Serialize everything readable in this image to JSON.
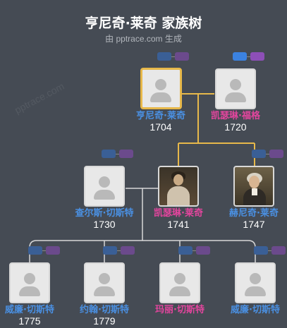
{
  "header": {
    "title": "亨尼奇·莱奇 家族树",
    "subtitle": "由 pptrace.com 生成"
  },
  "watermark": "pptrace.com",
  "colors": {
    "male": "#4a90e2",
    "female": "#e2459d",
    "selected": "#e7b84a",
    "line_gold": "#e7b84a",
    "line_white": "#d8d8d8"
  },
  "people": [
    {
      "id": "p1",
      "name": "亨尼奇·莱奇",
      "year": "1704",
      "gender": "male"
    },
    {
      "id": "p2",
      "name": "凯瑟琳·福格",
      "year": "1720",
      "gender": "female"
    },
    {
      "id": "p3",
      "name": "查尔斯·切斯特",
      "year": "1730",
      "gender": "male"
    },
    {
      "id": "p4",
      "name": "凯瑟琳·莱奇",
      "year": "1741",
      "gender": "female"
    },
    {
      "id": "p5",
      "name": "赫尼奇·莱奇",
      "year": "1747",
      "gender": "male"
    },
    {
      "id": "p6",
      "name": "威廉·切斯特",
      "year": "1775",
      "gender": "male"
    },
    {
      "id": "p7",
      "name": "约翰·切斯特",
      "year": "1779",
      "gender": "male"
    },
    {
      "id": "p8",
      "name": "玛丽·切斯特",
      "year": "",
      "gender": "female"
    },
    {
      "id": "p9",
      "name": "威廉·切斯特",
      "year": "",
      "gender": "male"
    }
  ]
}
